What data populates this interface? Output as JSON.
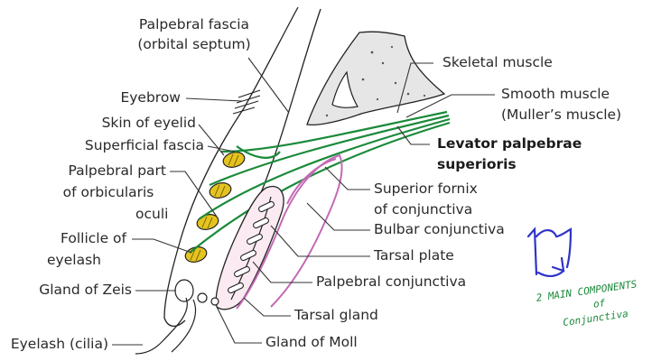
{
  "labels": {
    "palpebral_fascia_1": "Palpebral fascia",
    "palpebral_fascia_2": "(orbital septum)",
    "skeletal_muscle": "Skeletal muscle",
    "eyebrow": "Eyebrow",
    "smooth_muscle_1": "Smooth muscle",
    "smooth_muscle_2": "(Muller’s muscle)",
    "skin_of_eyelid": "Skin of eyelid",
    "levator_1": "Levator palpebrae",
    "levator_2": "superioris",
    "superficial_fascia": "Superficial fascia",
    "palpebral_part_1": "Palpebral part",
    "palpebral_part_2": "of orbicularis",
    "palpebral_part_3": "oculi",
    "superior_fornix_1": "Superior fornix",
    "superior_fornix_2": "of conjunctiva",
    "bulbar_conjunctiva": "Bulbar conjunctiva",
    "follicle_1": "Follicle of",
    "follicle_2": "eyelash",
    "tarsal_plate": "Tarsal plate",
    "gland_of_zeis": "Gland of Zeis",
    "palpebral_conjunctiva": "Palpebral conjunctiva",
    "tarsal_gland": "Tarsal gland",
    "eyelash": "Eyelash (cilia)",
    "gland_of_moll": "Gland of Moll"
  },
  "annotation": {
    "line1": "2 MAIN COMPONENTS",
    "line2": "of",
    "line3": "Conjunctiva"
  },
  "colors": {
    "muscle_green": "#1a8a3a",
    "conjunctiva_pink": "#c36ab5",
    "annotation_blue": "#2f33c8",
    "annotation_green": "#1b8a3a",
    "fat_yellow": "#e5c320"
  }
}
